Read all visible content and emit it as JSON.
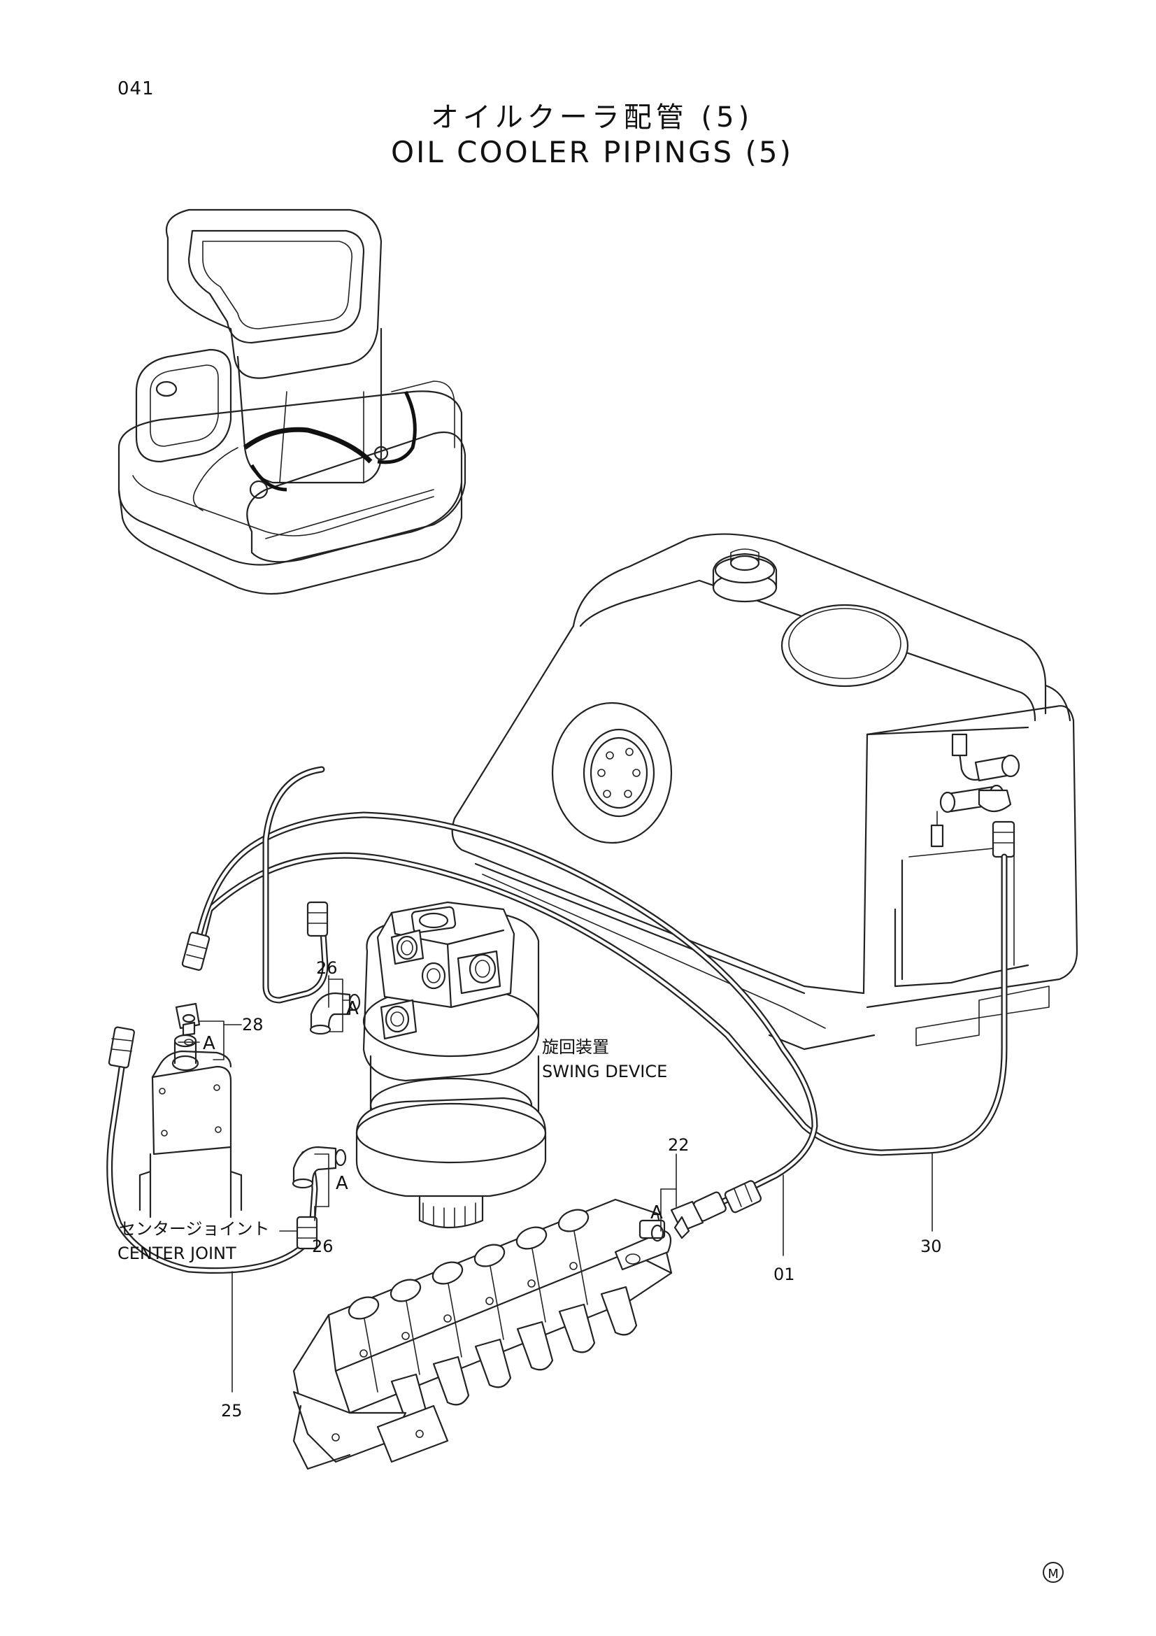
{
  "page_number": "041",
  "title_ja": "オイルクーラ配管 (5)",
  "title_en": "OIL COOLER PIPINGS (5)",
  "components": {
    "swing_device_ja": "旋回装置",
    "swing_device_en": "SWING DEVICE",
    "center_joint_ja": "センタージョイント",
    "center_joint_en": "CENTER JOINT"
  },
  "callouts": {
    "p01": "01",
    "p22": "22",
    "p25": "25",
    "p26_top": "26",
    "p26_bottom": "26",
    "p28": "28",
    "p30": "30"
  },
  "section_marks": {
    "a_center_joint": "A",
    "a_swing_top": "A",
    "a_swing_bottom": "A",
    "a_valve": "A"
  },
  "mark": "M"
}
